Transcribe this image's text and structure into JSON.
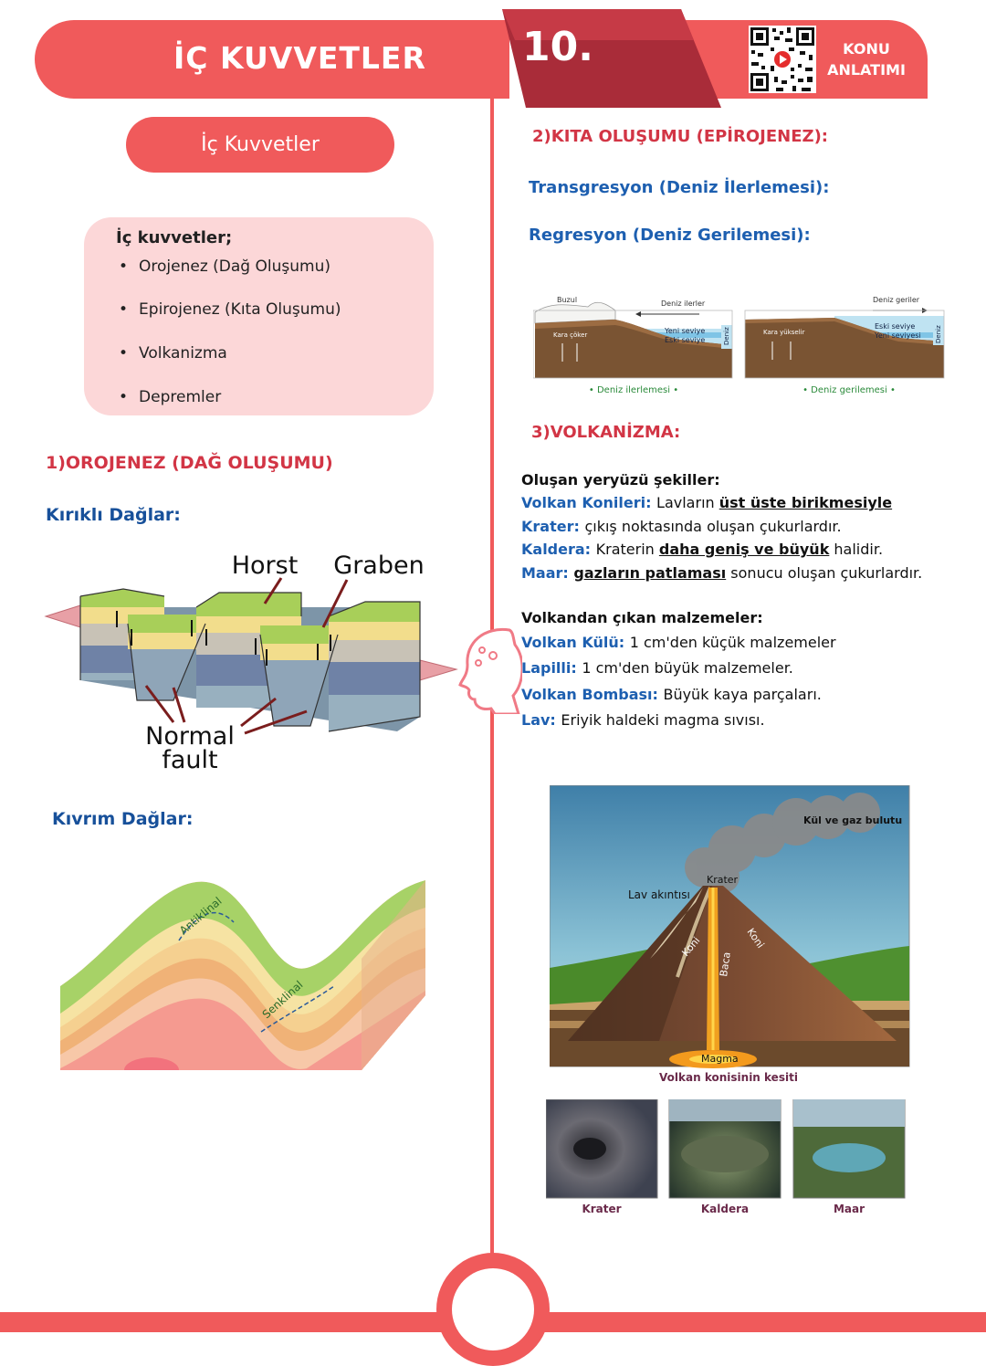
{
  "header": {
    "title": "İÇ KUVVETLER",
    "unit_number": "10.",
    "konu_line1": "KONU",
    "konu_line2": "ANLATIMI"
  },
  "left": {
    "pill_title": "İç Kuvvetler",
    "list_heading": "İç kuvvetler;",
    "list_items": [
      "Orojenez (Dağ Oluşumu)",
      "Epirojenez (Kıta Oluşumu)",
      "Volkanizma",
      "Depremler"
    ],
    "orojenez_heading": "1)OROJENEZ (DAĞ OLUŞUMU)",
    "kirikli_heading": "Kırıklı Dağlar:",
    "fault_diagram": {
      "horst": "Horst",
      "graben": "Graben",
      "normal": "Normal",
      "fault": "fault"
    },
    "kivrim_heading": "Kıvrım Dağlar:",
    "fold_diagram": {
      "antiklinal": "Antiklinal",
      "senklinal": "Senklinal"
    }
  },
  "right": {
    "epirojenez_heading": "2)KITA OLUŞUMU (EPİROJENEZ):",
    "transgresyon": "Transgresyon (Deniz İlerlemesi):",
    "regresyon": "Regresyon (Deniz Gerilemesi):",
    "sea_diagram": {
      "left": {
        "buzul": "Buzul",
        "arrow": "Deniz ilerler",
        "yeni": "Yeni seviye",
        "eski": "Eski seviye",
        "kara": "Kara çöker",
        "deniz": "Deniz",
        "caption": "• Deniz ilerlemesi •"
      },
      "right": {
        "arrow": "Deniz geriler",
        "eski": "Eski seviye",
        "yeni": "Yeni seviyesi",
        "kara": "Kara yükselir",
        "deniz": "Deniz",
        "caption": "• Deniz gerilemesi •"
      }
    },
    "volkanizma_heading": "3)VOLKANİZMA:",
    "shapes_heading": "Oluşan yeryüzü şekiller:",
    "shapes": [
      {
        "term": "Volkan Konileri",
        "sep": ": ",
        "text": "Lavların ",
        "emph": "üst üste birikmesiyle",
        "after": ""
      },
      {
        "term": "Krater",
        "sep": ": ",
        "text": "çıkış noktasında oluşan çukurlardır.",
        "emph": "",
        "after": ""
      },
      {
        "term": "Kaldera",
        "sep": ": ",
        "text": "Kraterin ",
        "emph": "daha geniş ve büyük",
        "after": " halidir."
      },
      {
        "term": "Maar",
        "sep": ": ",
        "text": "",
        "emph": "gazların patlaması",
        "after": " sonucu oluşan çukurlardır."
      }
    ],
    "materials_heading": "Volkandan çıkan malzemeler:",
    "materials": [
      {
        "term": "Volkan Külü",
        "sep": ": ",
        "text": "1 cm'den küçük malzemeler"
      },
      {
        "term": "Lapilli",
        "sep": ": ",
        "text": "1 cm'den büyük malzemeler."
      },
      {
        "term": "Volkan Bombası",
        "sep": ": ",
        "text": "Büyük kaya parçaları."
      },
      {
        "term": "Lav",
        "sep": ": ",
        "text": "Eriyik haldeki magma sıvısı."
      }
    ],
    "volcano_diagram": {
      "cloud": "Kül ve gaz bulutu",
      "krater": "Krater",
      "lav": "Lav akıntısı",
      "koni1": "Koni",
      "koni2": "Koni",
      "baca": "Baca",
      "magma": "Magma",
      "caption": "Volkan konisinin kesiti"
    },
    "photos": [
      "Krater",
      "Kaldera",
      "Maar"
    ]
  },
  "colors": {
    "accent": "#f05a5b",
    "heading_red": "#d23545",
    "heading_blue": "#17509a"
  }
}
